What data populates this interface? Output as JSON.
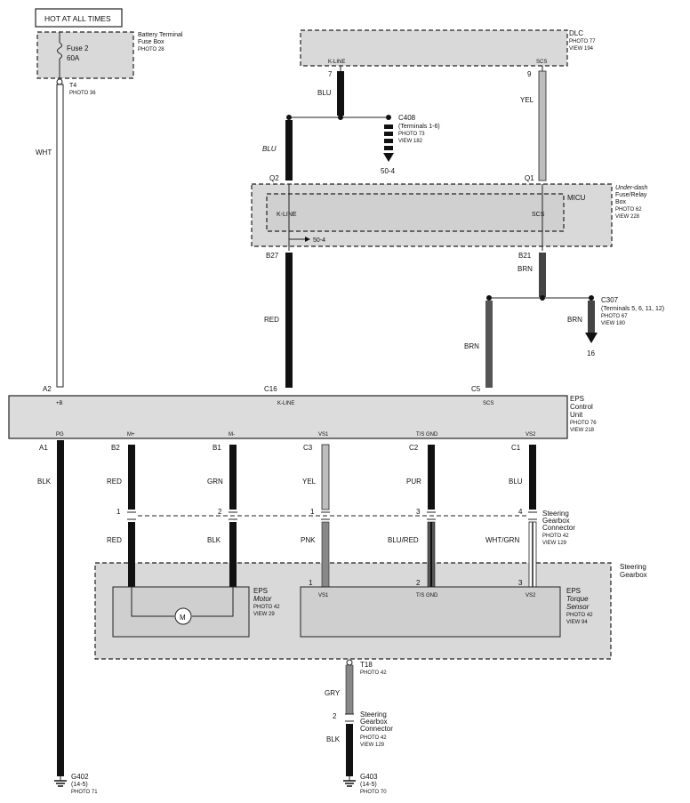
{
  "header": {
    "hot_label": "HOT AT ALL TIMES"
  },
  "battery_box": {
    "title_lines": [
      "Battery Terminal",
      "Fuse Box"
    ],
    "photo": "PHOTO 28",
    "fuse_name": "Fuse 2",
    "fuse_rating": "60A"
  },
  "t4": {
    "name": "T4",
    "photo": "PHOTO 36"
  },
  "dlc": {
    "title": "DLC",
    "photo": "PHOTO 77",
    "view": "VIEW 194",
    "kline_label": "K-LINE",
    "scs_label": "SCS",
    "pin_kline": "7",
    "pin_scs": "9"
  },
  "c408": {
    "name": "C408",
    "terms": "(Terminals 1-6)",
    "photo": "PHOTO 73",
    "view": "VIEW 182",
    "ref": "50-4"
  },
  "fuse_relay": {
    "title_lines": [
      "Under-dash",
      "Fuse/Relay",
      "Box"
    ],
    "photo": "PHOTO 62",
    "view": "VIEW 228",
    "micu": "MICU",
    "kline": "K-LINE",
    "scs": "SCS",
    "pin_q2": "Q2",
    "pin_q1": "Q1",
    "pin_b27": "B27",
    "pin_b21": "B21",
    "ref": "50-4"
  },
  "c307": {
    "name": "C307",
    "terms": "(Terminals 5, 6, 11, 12)",
    "photo": "PHOTO 67",
    "view": "VIEW 180",
    "ref": "16"
  },
  "eps_unit": {
    "title_lines": [
      "EPS",
      "Control",
      "Unit"
    ],
    "photo": "PHOTO 76",
    "view": "VIEW 218",
    "top_pins": [
      {
        "pin": "A2",
        "term": "+B"
      },
      {
        "pin": "C16",
        "term": "K-LINE"
      },
      {
        "pin": "C5",
        "term": "SCS"
      }
    ],
    "bottom_pins": [
      {
        "pin": "A1",
        "term": "PG"
      },
      {
        "pin": "B2",
        "term": "M+"
      },
      {
        "pin": "B1",
        "term": "M-"
      },
      {
        "pin": "C3",
        "term": "VS1"
      },
      {
        "pin": "C2",
        "term": "T/S GND"
      },
      {
        "pin": "C1",
        "term": "VS2"
      }
    ]
  },
  "wires": {
    "wht": "WHT",
    "blu_dlc": "BLU",
    "blu_q2": "BLU",
    "yel_dlc": "YEL",
    "red_b27": "RED",
    "brn_b21": "BRN",
    "brn_c5": "BRN",
    "brn_c307": "BRN",
    "blk_a1": "BLK",
    "red_b2": "RED",
    "grn_b1": "GRN",
    "yel_c3": "YEL",
    "pur_c2": "PUR",
    "blu_c1": "BLU",
    "red_m1": "RED",
    "blk_m2": "BLK",
    "pnk": "PNK",
    "blu_red": "BLU/RED",
    "wht_grn": "WHT/GRN",
    "gry": "GRY",
    "blk_g403": "BLK"
  },
  "gearbox_connector": {
    "title_lines": [
      "Steering",
      "Gearbox",
      "Connector"
    ],
    "photo": "PHOTO 42",
    "view": "VIEW 129",
    "pins": [
      "1",
      "2",
      "1",
      "3",
      "4"
    ]
  },
  "steering_gearbox": {
    "title_lines": [
      "Steering",
      "Gearbox"
    ]
  },
  "eps_motor": {
    "title_lines": [
      "EPS",
      "Motor"
    ],
    "photo": "PHOTO 42",
    "view": "VIEW 29",
    "symbol": "M"
  },
  "torque_sensor": {
    "title_lines": [
      "EPS",
      "Torque",
      "Sensor"
    ],
    "photo": "PHOTO 42",
    "view": "VIEW 94",
    "pins": [
      {
        "pin": "1",
        "term": "VS1"
      },
      {
        "pin": "2",
        "term": "T/S GND"
      },
      {
        "pin": "3",
        "term": "VS2"
      }
    ]
  },
  "t18": {
    "name": "T18",
    "photo": "PHOTO 42"
  },
  "lower_connector": {
    "pin": "2",
    "title_lines": [
      "Steering",
      "Gearbox",
      "Connector"
    ],
    "photo": "PHOTO 42",
    "view": "VIEW 129"
  },
  "g402": {
    "name": "G402",
    "ref": "(14-5)",
    "photo": "PHOTO 71"
  },
  "g403": {
    "name": "G403",
    "ref": "(14-5)",
    "photo": "PHOTO 70"
  }
}
